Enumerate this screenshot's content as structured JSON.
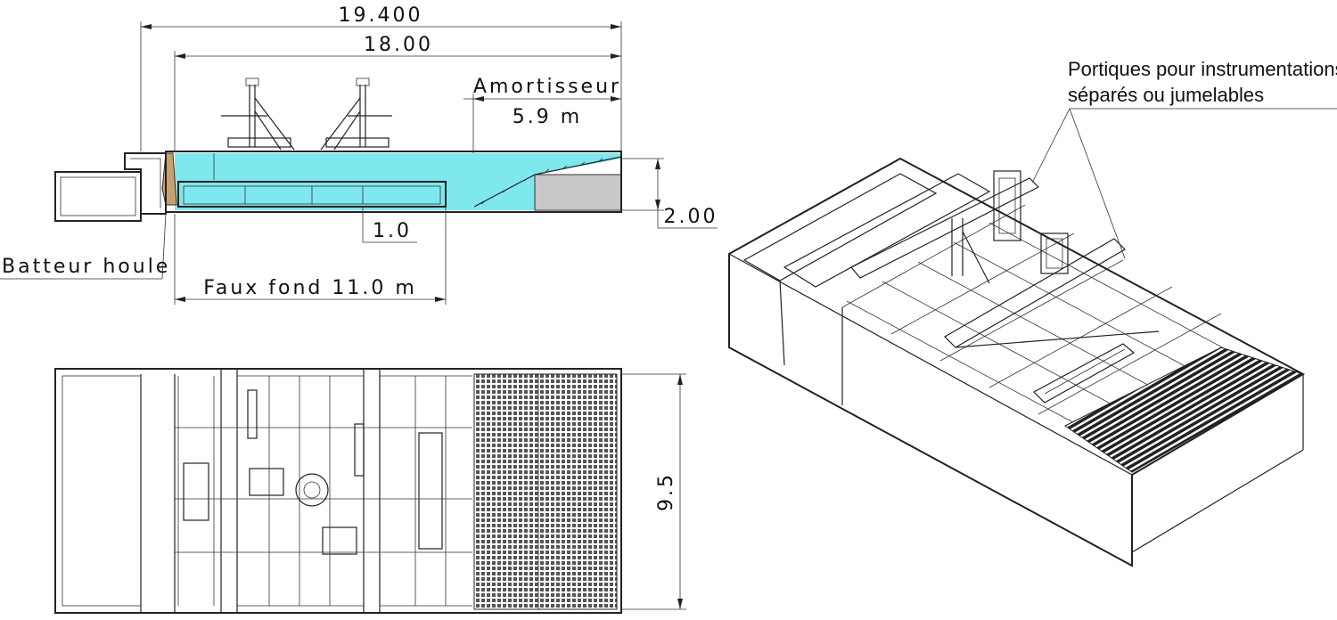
{
  "section_view": {
    "dim_total_length": "19.400",
    "dim_basin_length": "18.00",
    "damper_label": "Amortisseur",
    "damper_length": "5.9  m",
    "depth": "2.00",
    "false_floor_height": "1.0",
    "wavemaker_label": "Batteur houle",
    "false_floor_label": "Faux fond 11.0 m",
    "colors": {
      "water": "#7fe8ee",
      "wavemaker": "#c8a070",
      "beach": "#c8c8c8"
    }
  },
  "plan_view": {
    "width_dim": "9.5"
  },
  "iso_view": {
    "callout_line1": "Portiques pour instrumentations",
    "callout_line2": "séparés ou jumelables"
  }
}
